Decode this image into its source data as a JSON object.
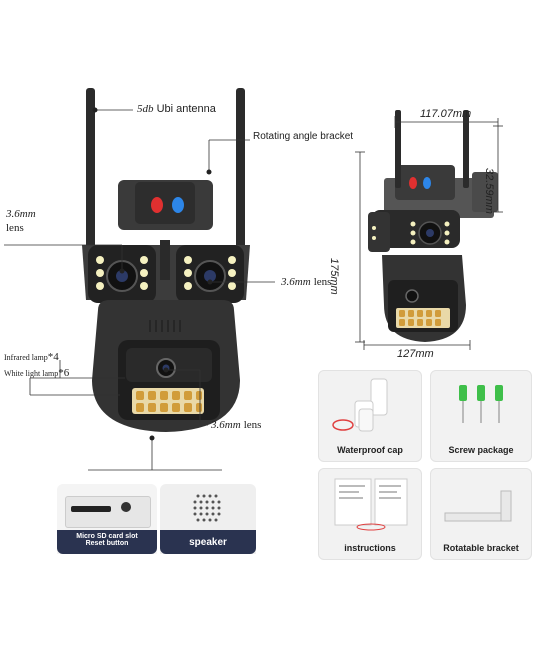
{
  "labels": {
    "antenna": "5db Ubi antenna",
    "antenna_db": "5db",
    "antenna_rest": "Ubi antenna",
    "bracket": "Rotating angle bracket",
    "lens_left_mm": "3.6mm",
    "lens_left_word": "lens",
    "lens_right_mm": "3.6mm",
    "lens_right_word": "lens",
    "lens_bottom_mm": "3.6mm",
    "lens_bottom_word": "lens",
    "infrared": "Infrared lamp",
    "infrared_count": "*4",
    "white": "White light lamp",
    "white_count": "*6"
  },
  "dimensions": {
    "width_top": "117.07mm",
    "depth": "32.59mm",
    "height": "175mm",
    "width_bottom": "127mm"
  },
  "accessories": [
    {
      "label": "Waterproof cap"
    },
    {
      "label": "Screw package"
    },
    {
      "label": "instructions"
    },
    {
      "label": "Rotatable bracket"
    }
  ],
  "closeups": {
    "sd_line1": "Micro SD card slot",
    "sd_line2": "Reset button",
    "speaker": "speaker"
  }
}
